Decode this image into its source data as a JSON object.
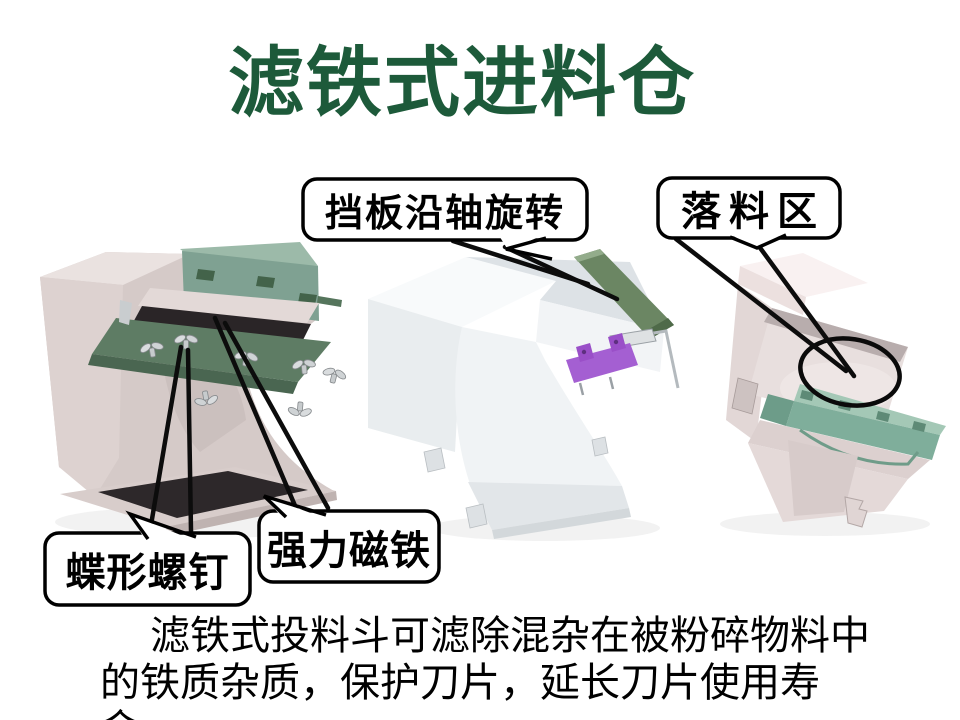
{
  "slide": {
    "title": "滤铁式进料仓",
    "background": "#ffffff"
  },
  "callouts": [
    {
      "id": "baffle-rotates",
      "label": "挡板沿轴旋转"
    },
    {
      "id": "drop-zone",
      "label": "落料区"
    },
    {
      "id": "wing-screw",
      "label": "蝶形螺钉"
    },
    {
      "id": "strong-magnet",
      "label": "强力磁铁"
    }
  ],
  "description": {
    "line1": "滤铁式投料斗可滤除混杂在被粉碎物料中",
    "line2": "的铁质杂质，保护刀片，延长刀片使用寿命。"
  },
  "colors": {
    "title_green": "#1d5a3a",
    "teal_slab": "#7fa192",
    "magnet_plate_olive": "#5e7c64",
    "baffle_green": "#6b8663",
    "bracket_purple": "#a45fd2",
    "teal_plate_right": "#7fae9b",
    "annotation_black": "#000000"
  }
}
